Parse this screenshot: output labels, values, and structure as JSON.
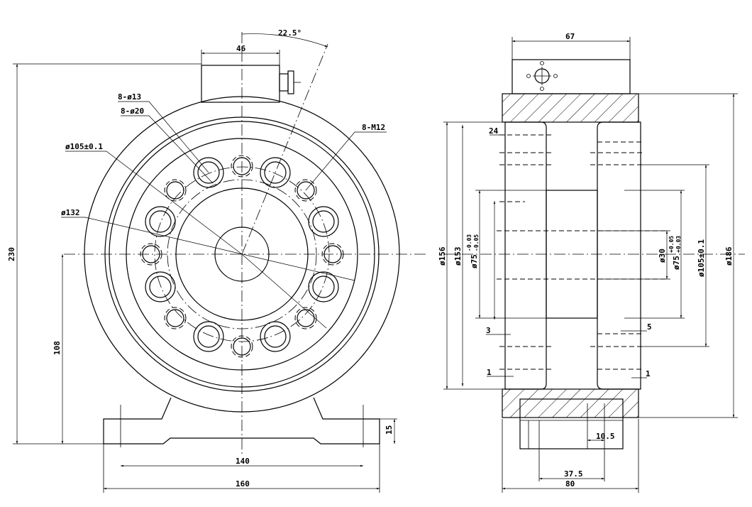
{
  "labels": {
    "front": {
      "angle": "22.5°",
      "width_top": "46",
      "holes_8_13": "8-ø13",
      "holes_8_20": "8-ø20",
      "bolt_circle": "ø105±0.1",
      "thread": "8-M12",
      "pcd": "ø132",
      "height_total": "230",
      "center_height": "108",
      "base_thickness": "15",
      "base_hole_span": "140",
      "base_width": "160"
    },
    "side": {
      "width_top": "67",
      "dim_24": "24",
      "d156": "ø156",
      "d153": "ø153",
      "d75_main": "ø75",
      "d75_tol_up": "-0.03",
      "d75_tol_dn": "-0.05",
      "d30": "ø30",
      "d75b_main": "ø75",
      "d75b_tol_up": "+0.05",
      "d75b_tol_dn": "+0.03",
      "d105": "ø105±0.1",
      "d186": "ø186",
      "dim_3": "3",
      "dim_5": "5",
      "dim_1_left": "1",
      "dim_1_right": "1",
      "dim_10_5": "10.5",
      "dim_37_5": "37.5",
      "dim_80": "80"
    }
  }
}
